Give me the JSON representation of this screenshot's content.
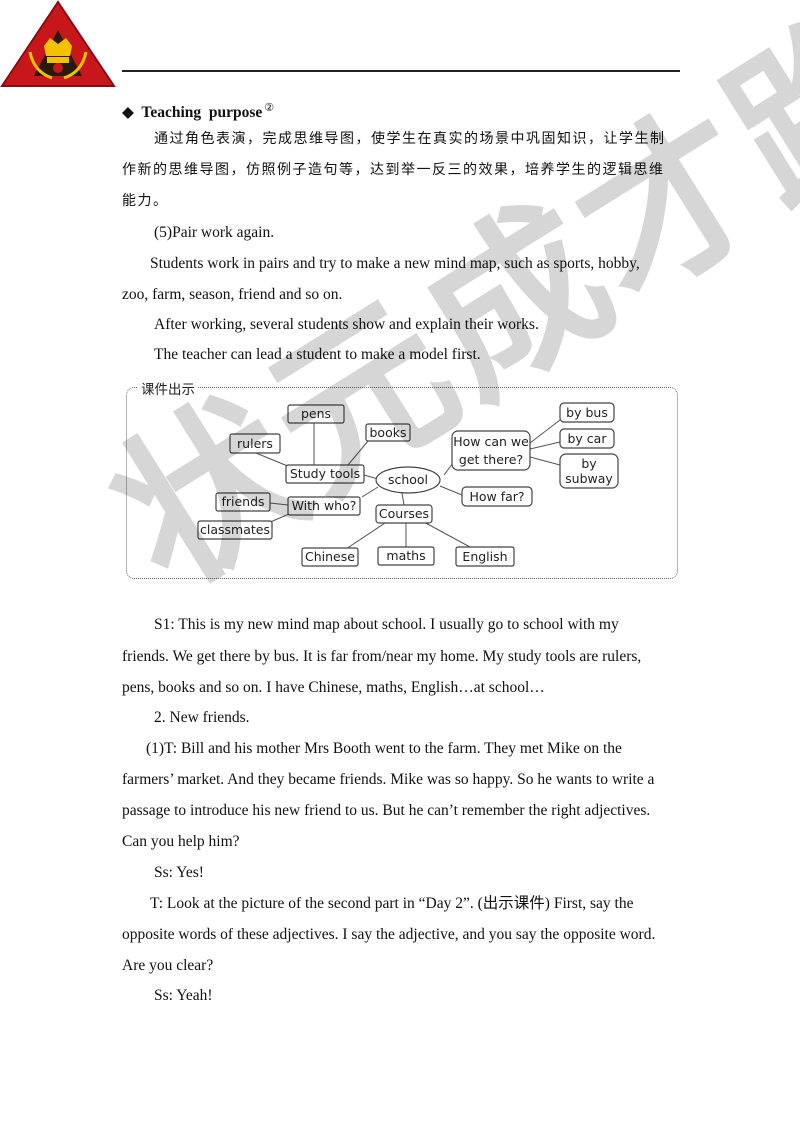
{
  "header": {
    "logo_icon": "crown-wreath-emblem-icon",
    "logo_colors": {
      "triangle": "#c8161d",
      "inner": "#f2c200",
      "dark": "#2a1a0a"
    }
  },
  "section": {
    "title": "Teaching  purpose",
    "marker": "◆",
    "superscript": "②"
  },
  "purpose_text_1": "通过角色表演，完成思维导图，使学生在真实的场景中巩固知识，让学生制",
  "purpose_text_2": "作新的思维导图，仿照例子造句等，达到举一反三的效果，培养学生的逻辑思维",
  "purpose_text_3": "能力。",
  "step5": "(5)Pair work again.",
  "pair_1": "Students work in pairs and try to make a new mind map, such as sports, hobby,",
  "pair_2": "zoo, farm, season, friend and so on.",
  "after_working": "After working, several students show and explain their works.",
  "teacher_model": "The teacher can lead a student to make a model first.",
  "mindmap": {
    "caption": "课件出示",
    "center": "school",
    "nodes": {
      "pens": "pens",
      "rulers": "rulers",
      "books": "books",
      "study_tools": "Study tools",
      "how_can_1": "How can we",
      "how_can_2": "get there?",
      "by_bus": "by bus",
      "by_car": "by car",
      "by_subway_1": "by",
      "by_subway_2": "subway",
      "how_far": "How far?",
      "friends": "friends",
      "with_who": "With who?",
      "classmates": "classmates",
      "courses": "Courses",
      "chinese": "Chinese",
      "maths": "maths",
      "english": "English"
    }
  },
  "s1_1": "S1: This is my new mind map about school. I usually go to school with my",
  "s1_2": "friends. We get there by bus. It is far from/near my home. My study tools are rulers,",
  "s1_3": "pens, books and so on. I have Chinese, maths, English…at school…",
  "new_friends": "2. New friends.",
  "t1_1": "(1)T: Bill and his mother Mrs Booth went to the farm. They met Mike on the",
  "t1_2": "farmers’ market. And they became friends. Mike was so happy. So he wants to write a",
  "t1_3": "passage to introduce his new friend to us. But he can’t remember the right adjectives.",
  "t1_4": "Can you help him?",
  "ss_yes": "Ss: Yes!",
  "t2_1": "T: Look at the picture of the second part in “Day 2”. (出示课件) First, say the",
  "t2_2": "opposite words of these adjectives. I say the adjective, and you say the opposite word.",
  "t2_3": "Are you clear?",
  "ss_yeah": "Ss: Yeah!",
  "watermark": "状元成才路"
}
